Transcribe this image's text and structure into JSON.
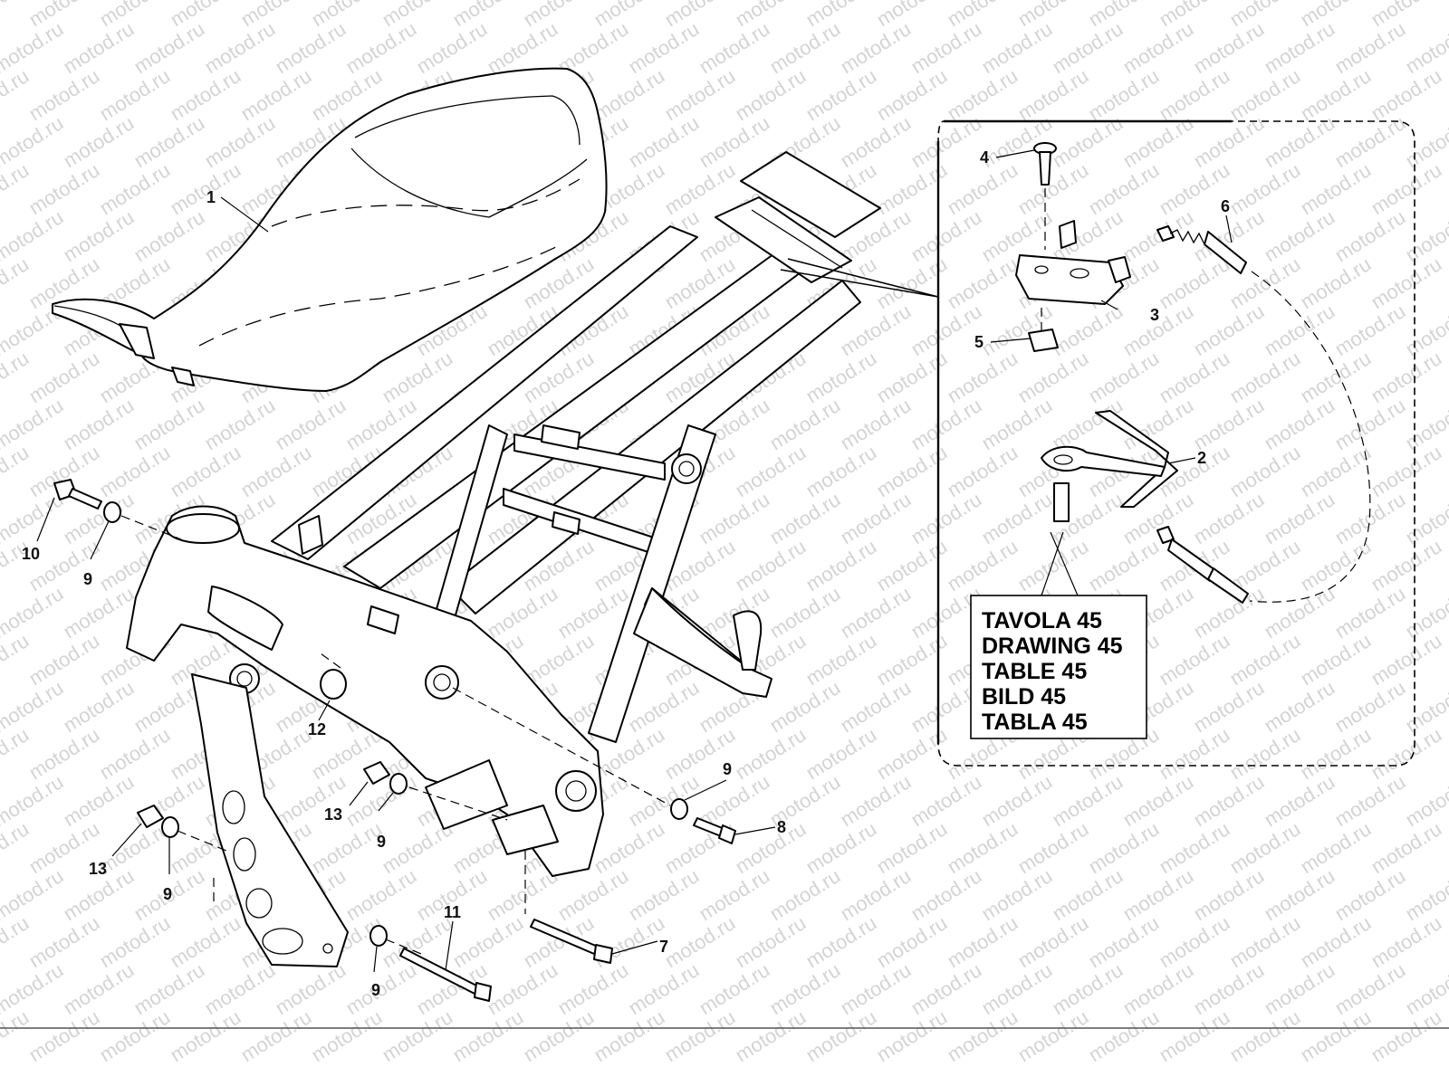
{
  "watermark": "motod.ru",
  "callouts": [
    {
      "id": "1",
      "label": "1"
    },
    {
      "id": "2",
      "label": "2"
    },
    {
      "id": "3",
      "label": "3"
    },
    {
      "id": "4",
      "label": "4"
    },
    {
      "id": "5",
      "label": "5"
    },
    {
      "id": "6",
      "label": "6"
    },
    {
      "id": "7",
      "label": "7"
    },
    {
      "id": "8",
      "label": "8"
    },
    {
      "id": "9a",
      "label": "9"
    },
    {
      "id": "9b",
      "label": "9"
    },
    {
      "id": "9c",
      "label": "9"
    },
    {
      "id": "9d",
      "label": "9"
    },
    {
      "id": "9e",
      "label": "9"
    },
    {
      "id": "10",
      "label": "10"
    },
    {
      "id": "11",
      "label": "11"
    },
    {
      "id": "12",
      "label": "12"
    },
    {
      "id": "13a",
      "label": "13"
    },
    {
      "id": "13b",
      "label": "13"
    }
  ],
  "reference_box": {
    "lines": [
      "TAVOLA 45",
      "DRAWING 45",
      "TABLE 45",
      "BILD 45",
      "TABLA 45"
    ]
  }
}
